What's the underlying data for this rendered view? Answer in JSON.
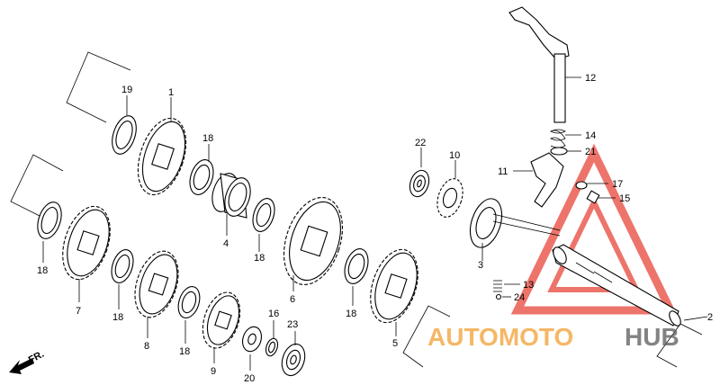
{
  "labels": {
    "p1": "1",
    "p2": "2",
    "p3": "3",
    "p4": "4",
    "p5": "5",
    "p6": "6",
    "p7": "7",
    "p8": "8",
    "p9": "9",
    "p10": "10",
    "p11": "11",
    "p12": "12",
    "p13": "13",
    "p14": "14",
    "p15": "15",
    "p16": "16",
    "p17": "17",
    "p18": "18",
    "p19": "19",
    "p20": "20",
    "p21": "21",
    "p22": "22",
    "p23": "23",
    "p24": "24"
  },
  "direction": {
    "text": "FR."
  },
  "watermark": {
    "part1": "AUTOMOTO",
    "part2": "HUB",
    "color_light": "#f2a033",
    "color_dark": "#5a5a5a",
    "triangle_color": "#e8463a"
  }
}
